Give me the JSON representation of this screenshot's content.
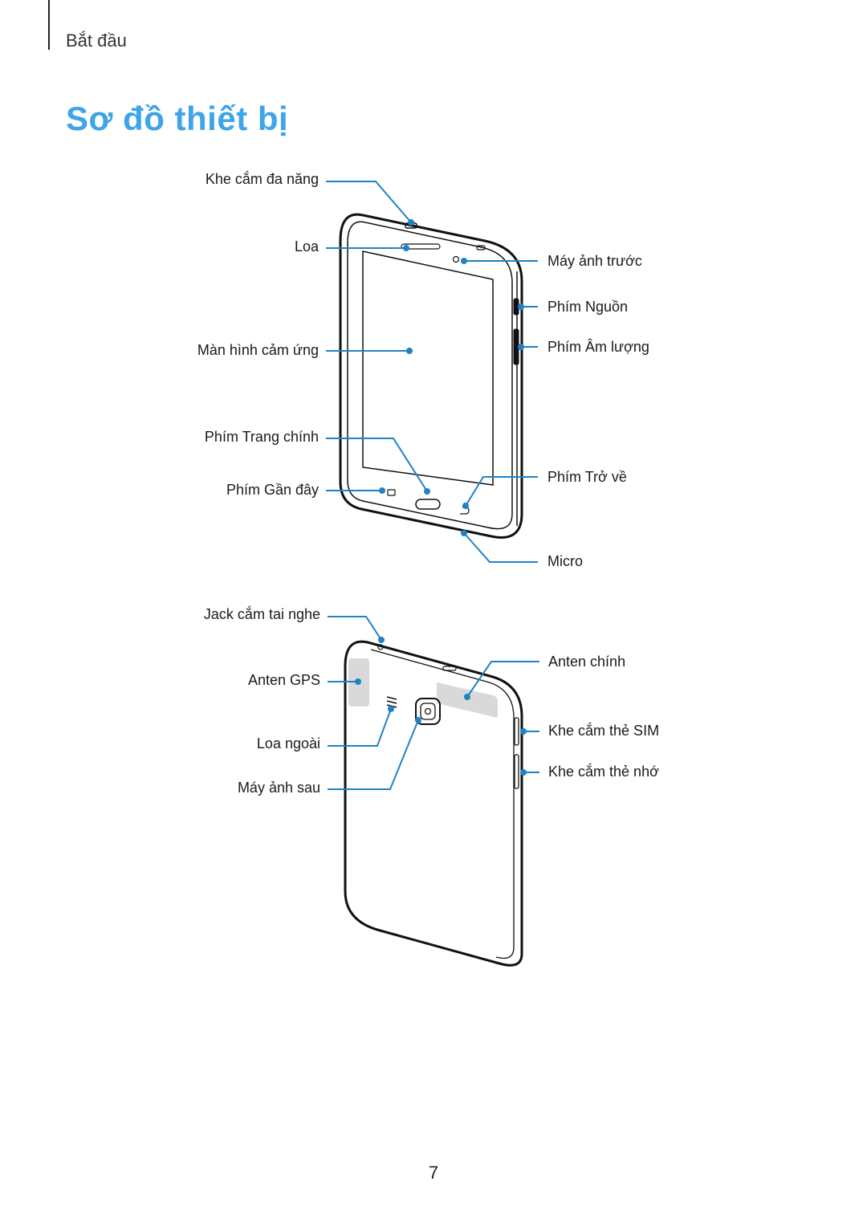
{
  "header": {
    "section": "Bắt đầu"
  },
  "title": "Sơ đồ thiết bị",
  "front_labels": {
    "multipurpose_jack": "Khe cắm đa năng",
    "speaker": "Loa",
    "touchscreen": "Màn hình cảm ứng",
    "home_key": "Phím Trang chính",
    "recent_apps_key": "Phím Gần đây",
    "front_camera": "Máy ảnh trước",
    "power_key": "Phím Nguồn",
    "volume_key": "Phím Âm lượng",
    "back_key": "Phím Trở về",
    "microphone": "Micro"
  },
  "back_labels": {
    "headset_jack": "Jack cắm tai nghe",
    "gps_antenna": "Anten GPS",
    "external_speaker": "Loa ngoài",
    "rear_camera": "Máy ảnh sau",
    "main_antenna": "Anten chính",
    "sim_slot": "Khe cắm thẻ SIM",
    "memory_slot": "Khe cắm thẻ nhớ"
  },
  "colors": {
    "accent": "#3da5e8",
    "callout": "#1f82c4",
    "antenna_area": "#d9d9d9"
  },
  "page_number": "7"
}
